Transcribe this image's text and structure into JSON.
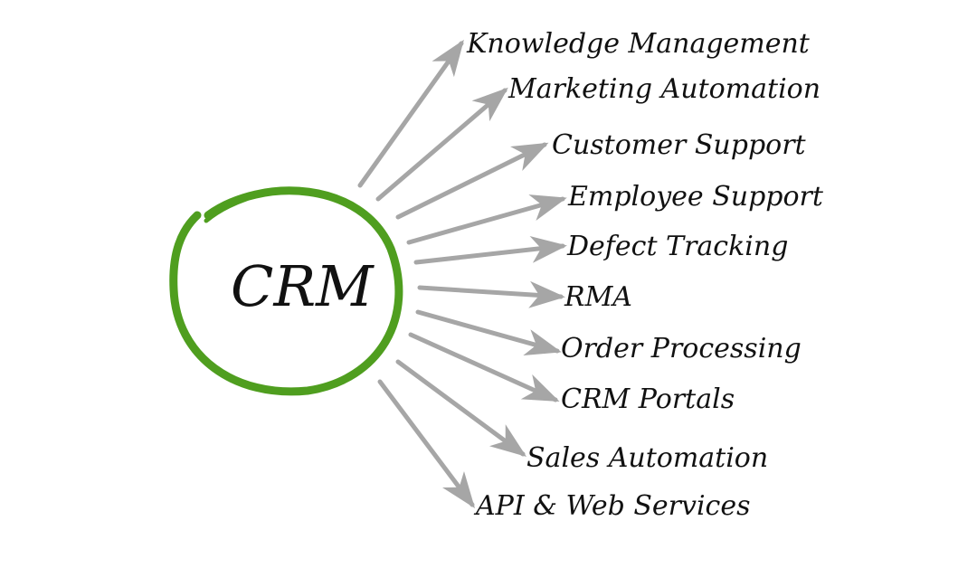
{
  "center": {
    "label": "CRM"
  },
  "colors": {
    "ring": "#4f9e1f",
    "arrow": "#a6a6a6",
    "text": "#111111",
    "background": "#ffffff"
  },
  "items": [
    {
      "label": "Knowledge Management"
    },
    {
      "label": "Marketing Automation"
    },
    {
      "label": "Customer Support"
    },
    {
      "label": "Employee Support"
    },
    {
      "label": "Defect Tracking"
    },
    {
      "label": "RMA"
    },
    {
      "label": "Order Processing"
    },
    {
      "label": "CRM Portals"
    },
    {
      "label": "Sales Automation"
    },
    {
      "label": "API & Web Services"
    }
  ]
}
